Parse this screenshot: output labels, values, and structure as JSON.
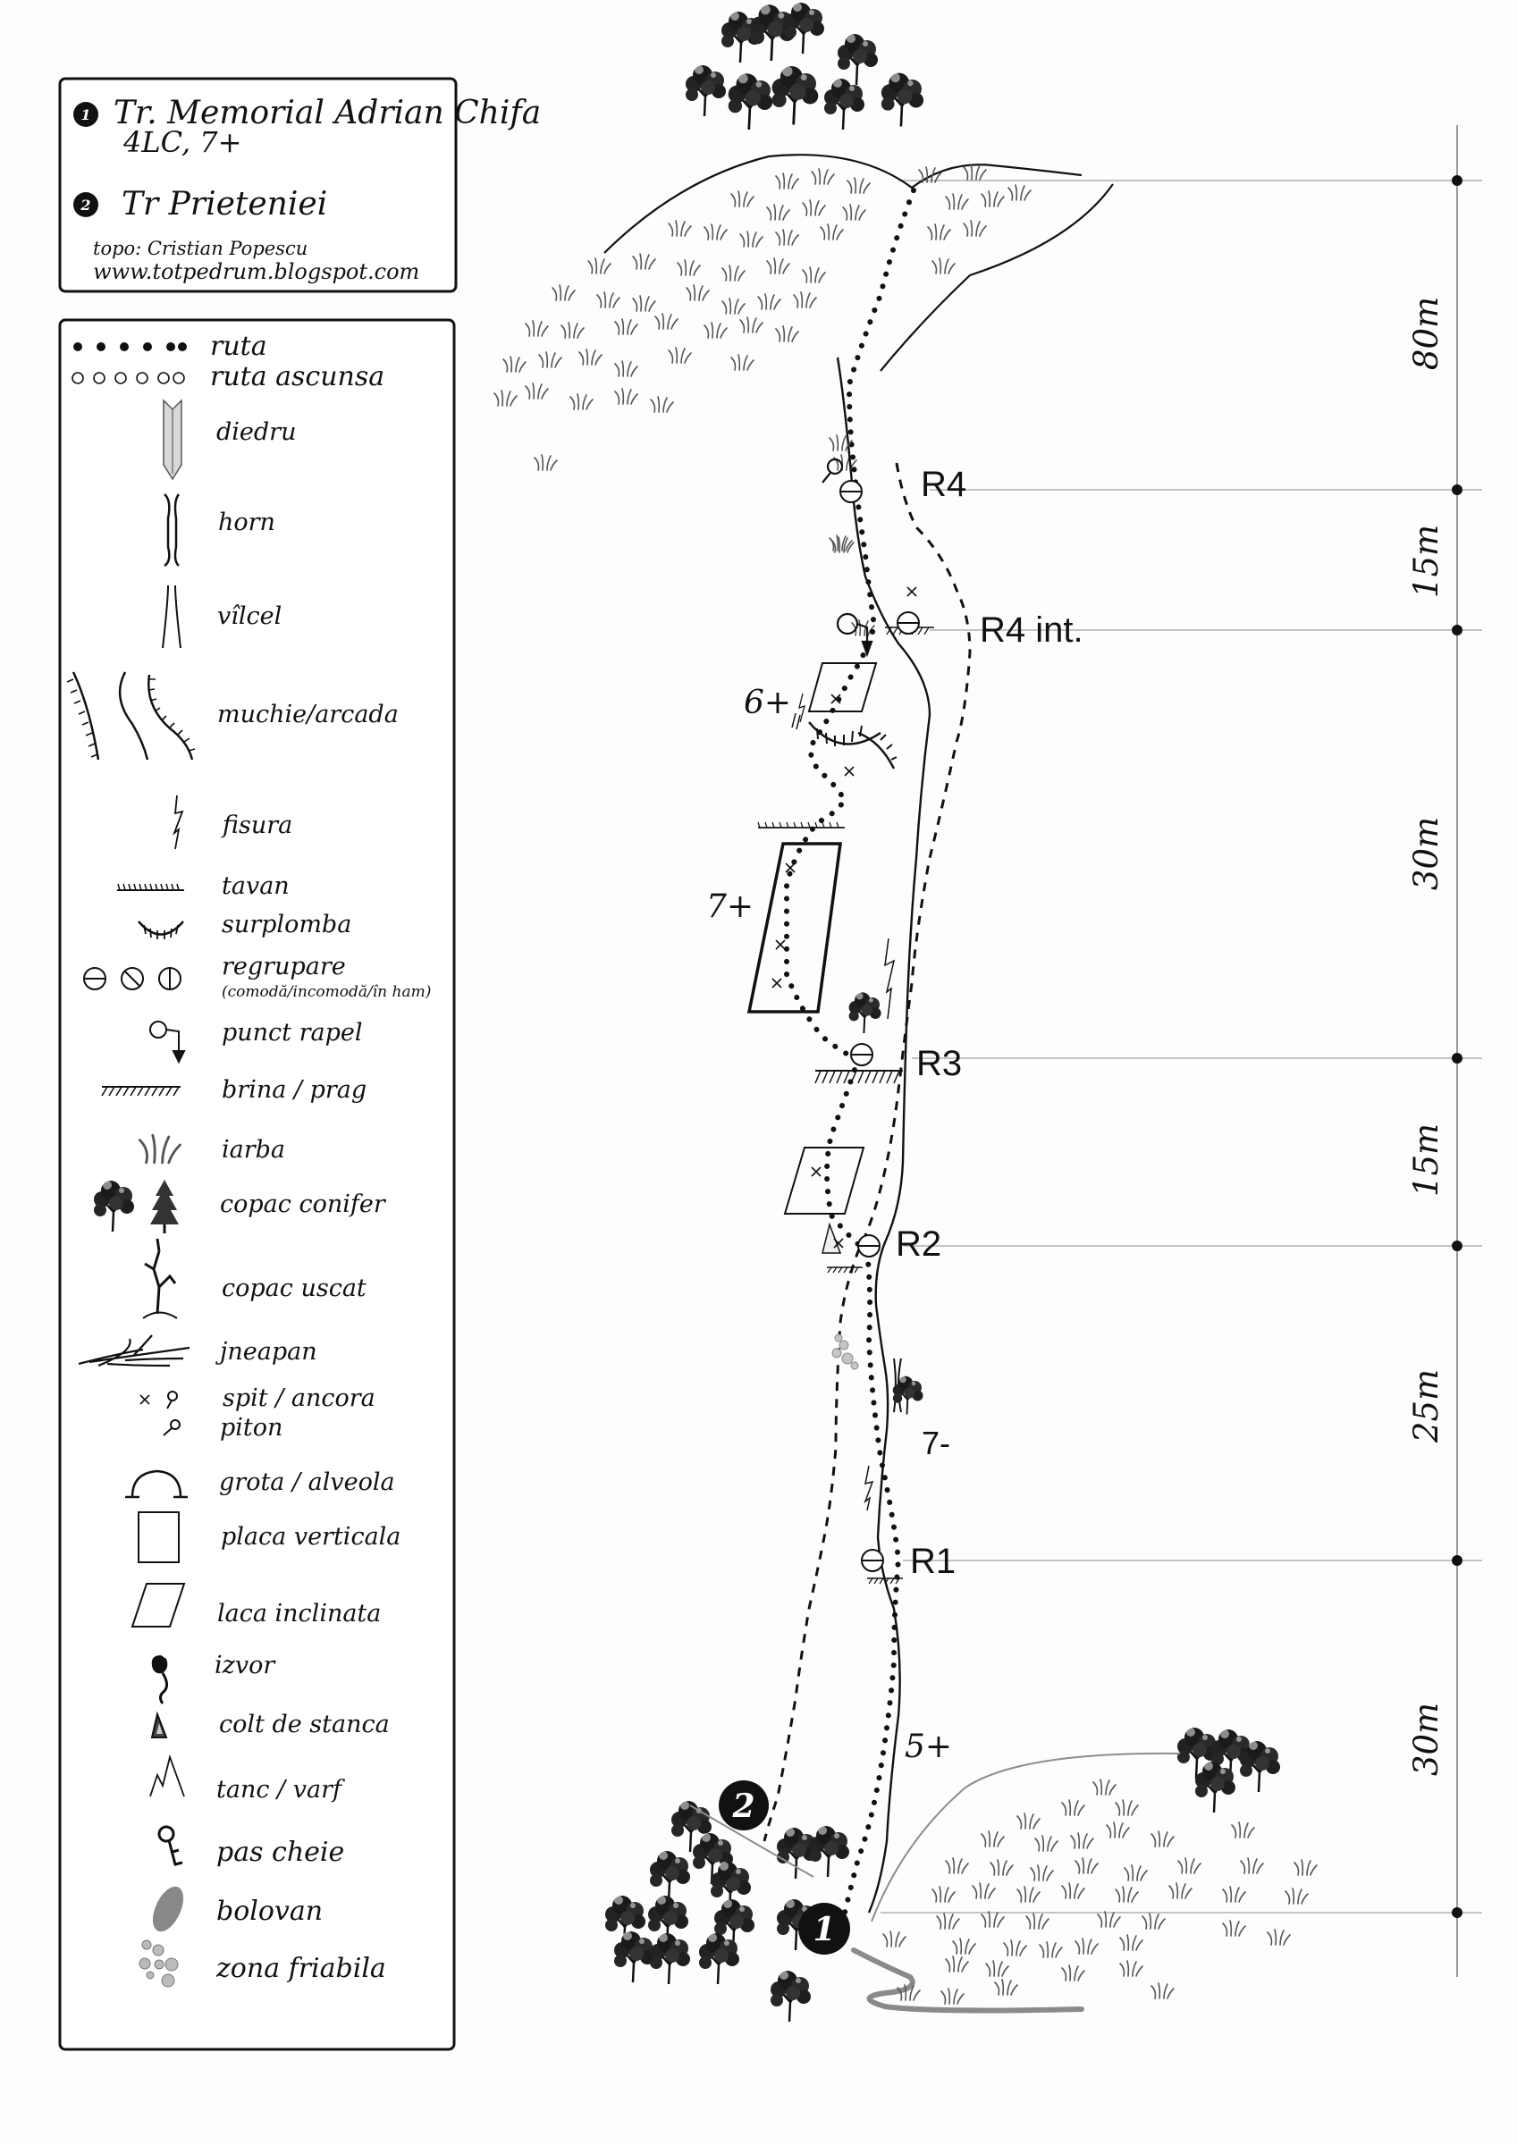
{
  "title_box": {
    "route1_number": "1",
    "route1_name": "Tr. Memorial Adrian Chifa",
    "route1_grade": "4LC, 7+",
    "route2_number": "2",
    "route2_name": "Tr Prieteniei",
    "credit_line1": "topo: Cristian Popescu",
    "credit_line2": "www.totpedrum.blogspot.com"
  },
  "legend": {
    "items": [
      {
        "key": "ruta",
        "label": "ruta"
      },
      {
        "key": "ruta_ascunsa",
        "label": "ruta ascunsa"
      },
      {
        "key": "diedru",
        "label": "diedru"
      },
      {
        "key": "horn",
        "label": "horn"
      },
      {
        "key": "vilcel",
        "label": "vîlcel"
      },
      {
        "key": "muchie",
        "label": "muchie/arcada"
      },
      {
        "key": "fisura",
        "label": "fisura"
      },
      {
        "key": "tavan",
        "label": "tavan"
      },
      {
        "key": "surplomba",
        "label": "surplomba"
      },
      {
        "key": "regrupare",
        "label": "regrupare"
      },
      {
        "key": "punct_rapel",
        "label": "punct rapel"
      },
      {
        "key": "brina",
        "label": "brina / prag"
      },
      {
        "key": "iarba",
        "label": "iarba"
      },
      {
        "key": "copac",
        "label": "copac  conifer"
      },
      {
        "key": "copac_uscat",
        "label": "copac uscat"
      },
      {
        "key": "jneapan",
        "label": "jneapan"
      },
      {
        "key": "spit",
        "label": "spit / ancora"
      },
      {
        "key": "piton",
        "label": "piton"
      },
      {
        "key": "grota",
        "label": "grota / alveola"
      },
      {
        "key": "placa_verticala",
        "label": "placa verticala"
      },
      {
        "key": "laca_inclinata",
        "label": "laca inclinata"
      },
      {
        "key": "izvor",
        "label": "izvor"
      },
      {
        "key": "colt",
        "label": "colt de stanca"
      },
      {
        "key": "tanc",
        "label": "tanc / varf"
      },
      {
        "key": "pas_cheie",
        "label": "pas cheie"
      },
      {
        "key": "bolovan",
        "label": "bolovan"
      },
      {
        "key": "zona_friabila",
        "label": "zona friabila"
      }
    ],
    "regrupare_note": "(comodă/incomodă/în ham)"
  },
  "belays": [
    {
      "label": "R4"
    },
    {
      "label": "R4 int."
    },
    {
      "label": "R3"
    },
    {
      "label": "R2"
    },
    {
      "label": "R1"
    }
  ],
  "grades": [
    {
      "label": "6+"
    },
    {
      "label": "7+"
    },
    {
      "label": "7-"
    },
    {
      "label": "5+"
    }
  ],
  "markers": [
    {
      "label": "1"
    },
    {
      "label": "2"
    }
  ],
  "scale": [
    {
      "label": "80m"
    },
    {
      "label": "15m"
    },
    {
      "label": "30m"
    },
    {
      "label": "15m"
    },
    {
      "label": "25m"
    },
    {
      "label": "30m"
    }
  ],
  "colors": {
    "ink": "#111111",
    "scale_line": "#9a9a9a",
    "grass": "#555555",
    "trail": "#8c8c8c"
  }
}
